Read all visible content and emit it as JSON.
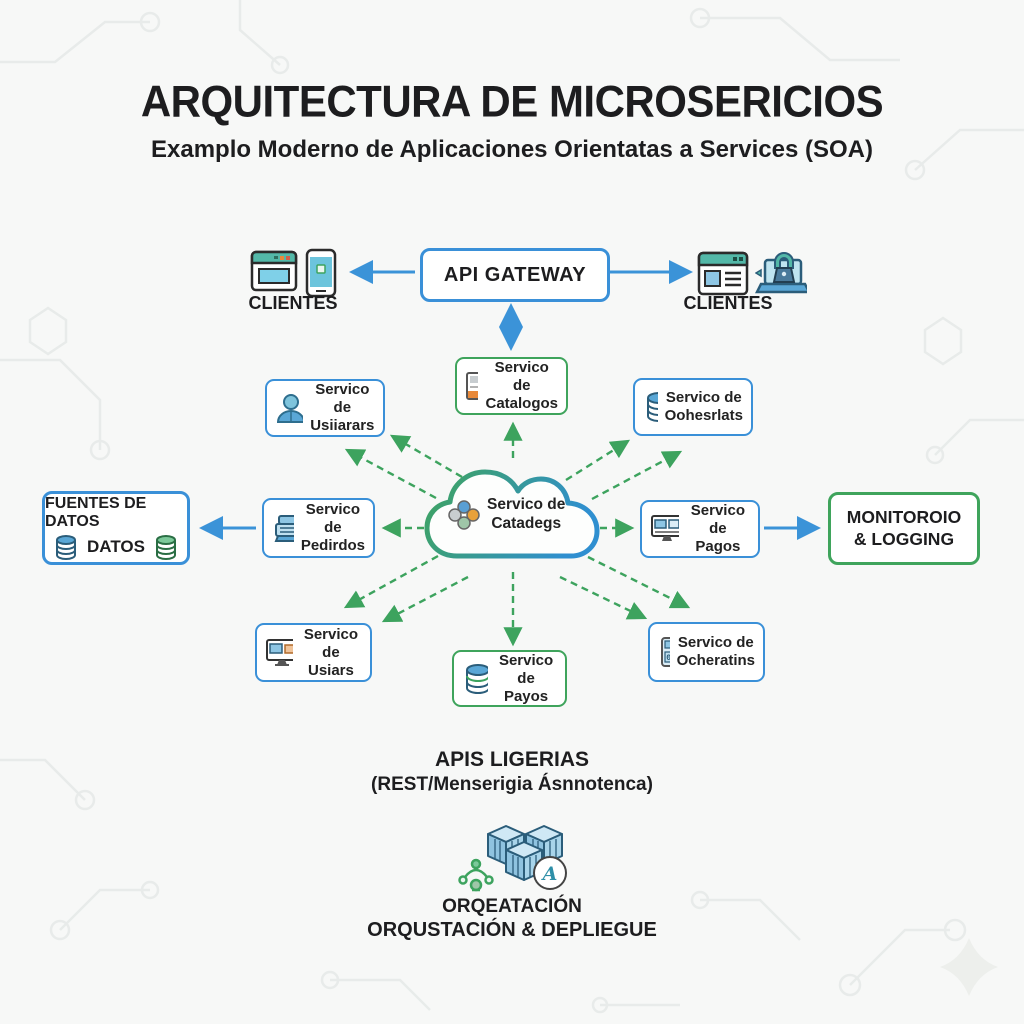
{
  "title": "ARQUITECTURA DE MICROSERICIOS",
  "subtitle": "Examplo Moderno de Aplicaciones Orientatas a Services (SOA)",
  "api_gateway": {
    "label": "API GATEWAY"
  },
  "clients_left": {
    "label": "CLIENTES"
  },
  "clients_right": {
    "label": "CLIENTES"
  },
  "cloud_service": {
    "line1": "Servico de",
    "line2": "Catadegs"
  },
  "services": [
    {
      "id": "usuarios",
      "line1": "Servico de",
      "line2": "Usiiarars"
    },
    {
      "id": "catalogos",
      "line1": "Servico de",
      "line2": "Catalogos"
    },
    {
      "id": "inventario",
      "line1": "Servico de",
      "line2": "Oohesrlats"
    },
    {
      "id": "pedidos",
      "line1": "Servico de",
      "line2": "Pedirdos"
    },
    {
      "id": "pagos",
      "line1": "Servico de",
      "line2": "Pagos"
    },
    {
      "id": "usuarios-2",
      "line1": "Servico de",
      "line2": "Usiars"
    },
    {
      "id": "pagos-2",
      "line1": "Servico de",
      "line2": "Payos"
    },
    {
      "id": "operaciones",
      "line1": "Servico de",
      "line2": "Ocheratins"
    }
  ],
  "data_sources": {
    "line1": "FUENTES DE DATOS",
    "line2": "DATOS"
  },
  "monitoring": {
    "line1": "MONITOROIO",
    "line2": "& LOGGING"
  },
  "apis_note": {
    "line1": "APIS LIGERIAS",
    "line2": "(REST/Menserigia Ásnnotenca)"
  },
  "orchestration": {
    "line1": "ORQEATACIÓN",
    "line2": "ORQUSTACIÓN & DEPLIEGUE"
  },
  "colors": {
    "blue_border": "#3a90d8",
    "green_border": "#3fa45c",
    "arrow_blue": "#3b93d8",
    "arrow_green": "#3da35e",
    "icon_teal": "#53b8a8",
    "icon_blue": "#5aa7d6",
    "icon_green": "#7cc99a",
    "icon_orange": "#e8893a"
  }
}
